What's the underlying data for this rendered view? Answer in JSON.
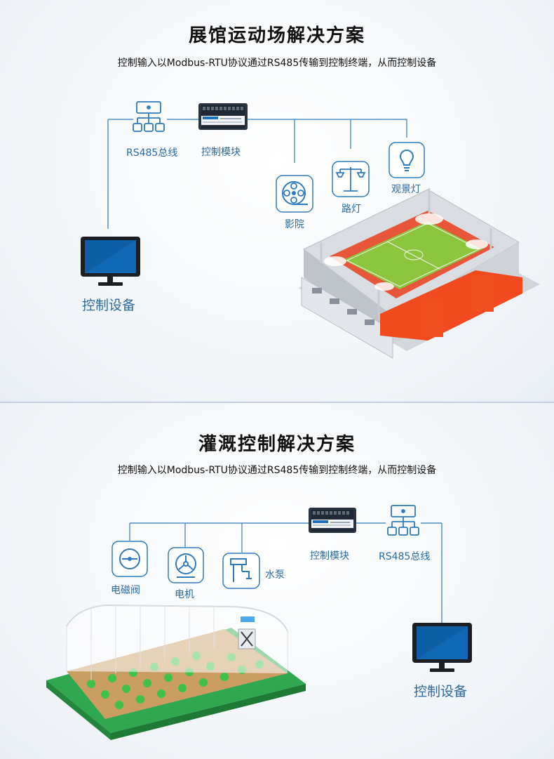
{
  "panel1": {
    "title": "展馆运动场解决方案",
    "subtitle": "控制输入以Modbus-RTU协议通过RS485传输到控制终端，从而控制设备",
    "labels": {
      "rs485": "RS485总线",
      "module": "控制模块",
      "cinema": "影院",
      "street_light": "路灯",
      "scenic_light": "观景灯",
      "device": "控制设备"
    }
  },
  "panel2": {
    "title": "灌溉控制解决方案",
    "subtitle": "控制输入以Modbus-RTU协议通过RS485传输到控制终端，从而控制设备",
    "labels": {
      "valve": "电磁阀",
      "motor": "电机",
      "pump": "水泵",
      "module": "控制模块",
      "rs485": "RS485总线",
      "device": "控制设备"
    }
  },
  "colors": {
    "line": "#2f7bbd",
    "icon": "#2f7bbd",
    "label": "#2d6aa1",
    "turf": "#8cc63f",
    "stadium_red": "#f04a1e"
  }
}
